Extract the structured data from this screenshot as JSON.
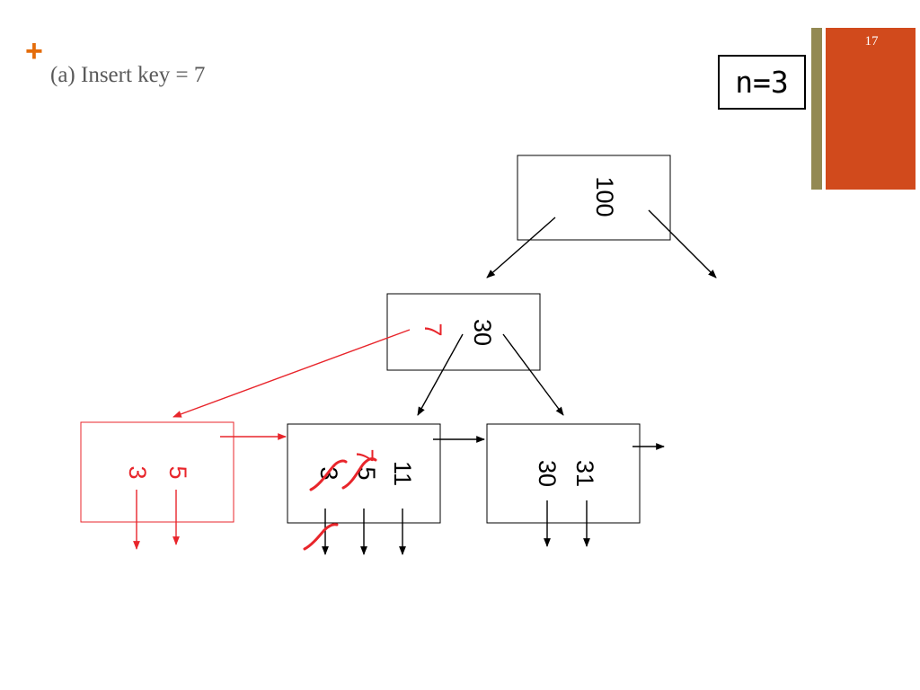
{
  "slide": {
    "title": "(a) Insert key = 7",
    "page_number": "17",
    "param_label": "n=3"
  },
  "tree": {
    "root": {
      "keys": [
        "100"
      ]
    },
    "internal": {
      "keys": [
        "7",
        "30"
      ],
      "inserted_key": "7"
    },
    "leaves": [
      {
        "keys": [
          "3",
          "5"
        ],
        "status": "new"
      },
      {
        "keys": [
          "3",
          "5",
          "7",
          "11"
        ],
        "struck_keys": [
          "3",
          "5"
        ]
      },
      {
        "keys": [
          "30",
          "31"
        ]
      }
    ]
  },
  "colors": {
    "accent_orange": "#D14A1C",
    "accent_olive": "#938953",
    "annotation_red": "#e8252b",
    "plus_orange": "#E46C0A"
  }
}
